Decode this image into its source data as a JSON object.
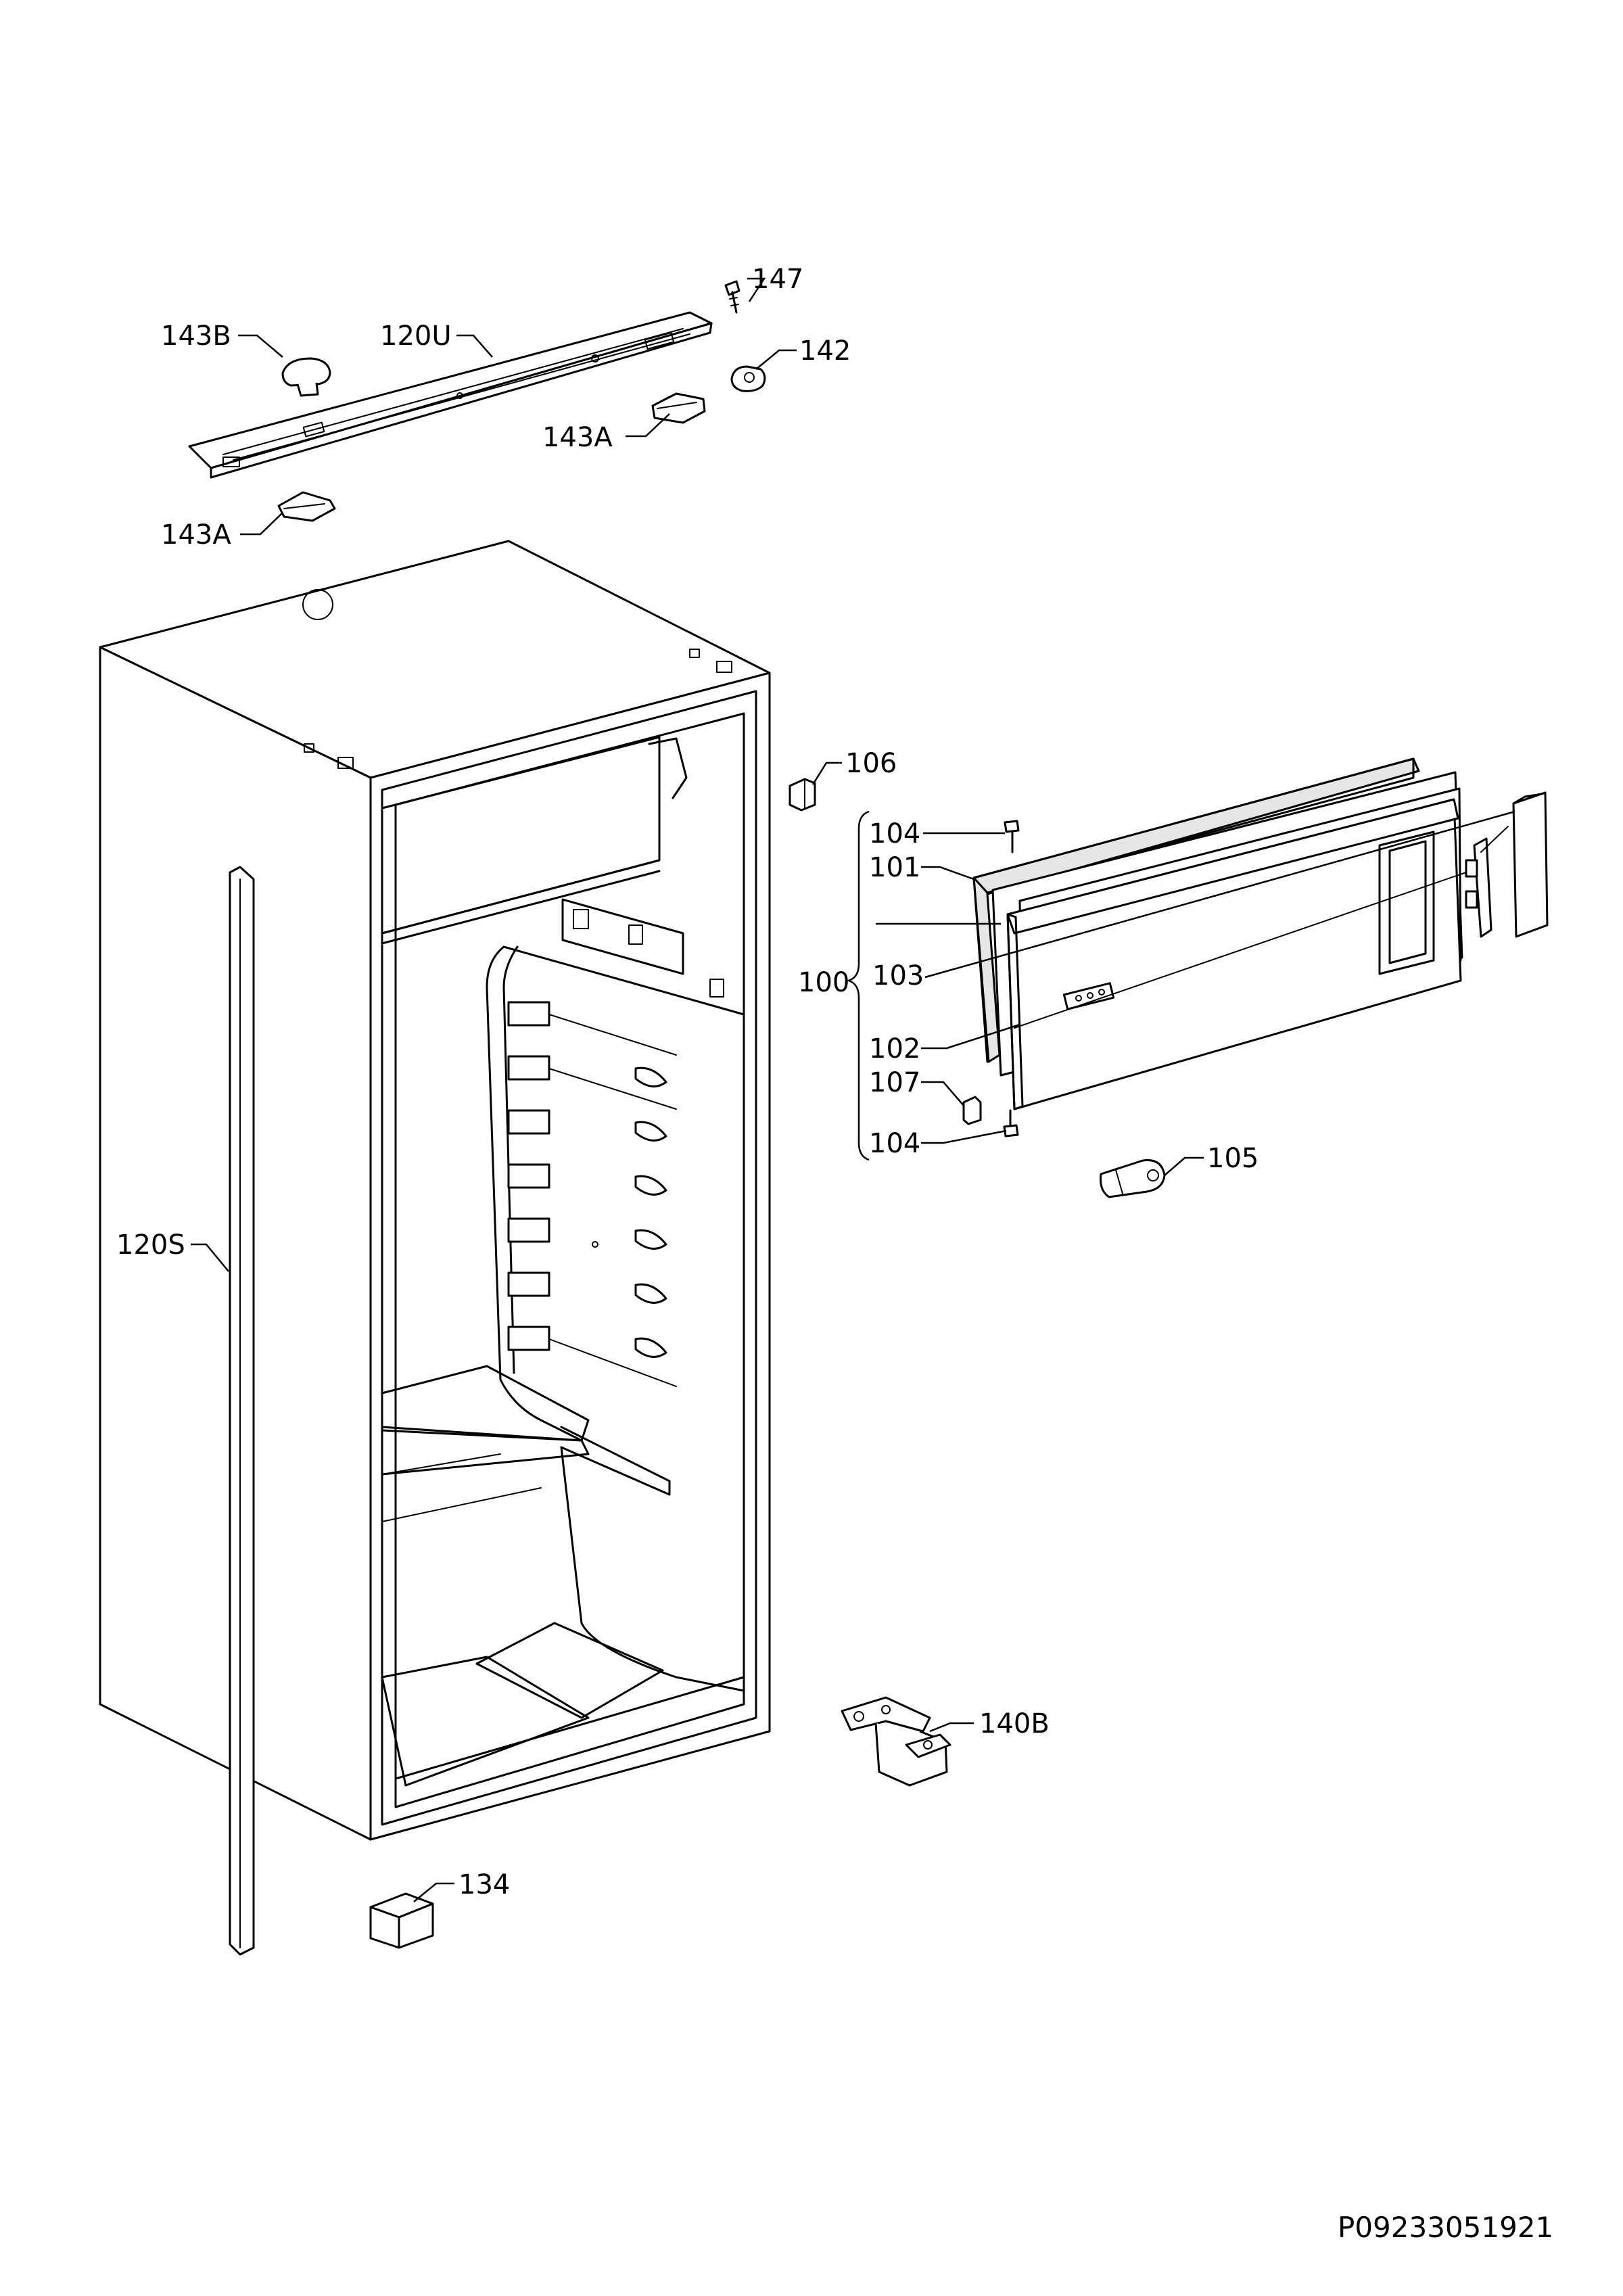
{
  "labels": {
    "p147": "147",
    "p143b": "143B",
    "p120u": "120U",
    "p142": "142",
    "p143a_top": "143A",
    "p143a_bottom": "143A",
    "p106": "106",
    "p104_top": "104",
    "p101": "101",
    "p103": "103",
    "p100": "100",
    "p102": "102",
    "p107": "107",
    "p104_bottom": "104",
    "p105": "105",
    "p120s": "120S",
    "p140b": "140B",
    "p134": "134"
  },
  "drawing_code": "P09233051921"
}
